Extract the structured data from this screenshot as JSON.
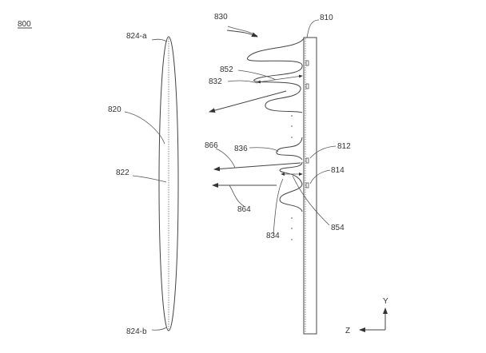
{
  "figure_label": "800",
  "labels": {
    "lens_top": "824-a",
    "lens_bottom": "824-b",
    "lens": "820",
    "lens_center": "822",
    "wave_group": "830",
    "panel": "810",
    "wave_852": "852",
    "wave_832": "832",
    "wave_836": "836",
    "wave_834": "834",
    "ray_866": "866",
    "ray_864": "864",
    "source_812": "812",
    "source_814": "814",
    "dim_854": "854"
  },
  "axes": {
    "y": "Y",
    "z": "Z"
  }
}
